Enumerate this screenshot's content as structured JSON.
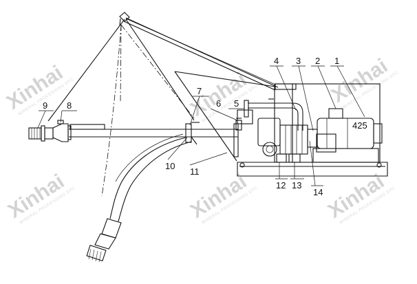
{
  "watermark": {
    "brand": "Xinhai",
    "tagline": "MINERAL PROCESSING EPC"
  },
  "diagram": {
    "motor_nameplate": "425",
    "callouts": [
      {
        "id": "c1",
        "label": "1"
      },
      {
        "id": "c2",
        "label": "2"
      },
      {
        "id": "c3",
        "label": "3"
      },
      {
        "id": "c4",
        "label": "4"
      },
      {
        "id": "c5",
        "label": "5"
      },
      {
        "id": "c6",
        "label": "6"
      },
      {
        "id": "c7",
        "label": "7"
      },
      {
        "id": "c8",
        "label": "8"
      },
      {
        "id": "c9",
        "label": "9"
      },
      {
        "id": "c10",
        "label": "10"
      },
      {
        "id": "c11",
        "label": "11"
      },
      {
        "id": "c12",
        "label": "12"
      },
      {
        "id": "c13",
        "label": "13"
      },
      {
        "id": "c14",
        "label": "14"
      }
    ]
  }
}
